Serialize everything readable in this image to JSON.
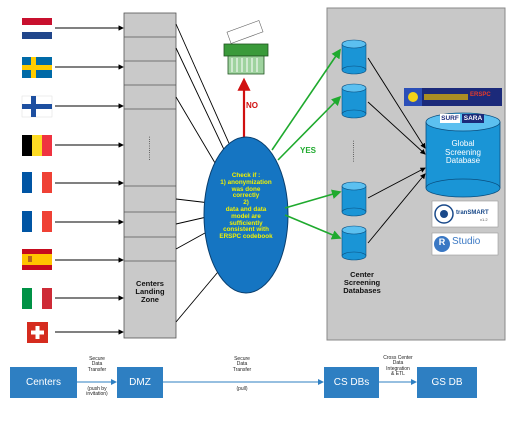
{
  "landing_zone": {
    "label": "Centers\nLanding\nZone",
    "dots": "..........."
  },
  "check": {
    "text": "Check if :\n1) anonymization\nwas done\ncorrectly\n2)\ndata and data\nmodel are\nsufficiently\nconsistent with\nERSPC codebook"
  },
  "no_label": "NO",
  "yes_label": "YES",
  "csdb_label": "Center\nScreening\nDatabases",
  "csdb_dots": "..........",
  "global_db": {
    "brand_left": "SURF",
    "brand_right": "SARA",
    "label": "Global\nScreening\nDatabase"
  },
  "logos": {
    "erspc": "ERSPC",
    "transmart": "tranSMART",
    "transmart_ver": "v1.2",
    "rstudio_r": "R",
    "rstudio": "Studio"
  },
  "flow": {
    "boxes": [
      "Centers",
      "DMZ",
      "CS DBs",
      "GS DB"
    ],
    "label1": "Secure\nData\nTransfer",
    "label1_sub": "(push by\ninvitation)",
    "label2": "Secure\nData\nTransfer",
    "label2_sub": "(pull)",
    "label3": "Cross Center\nData\nIntegration\n& ETL"
  },
  "colors": {
    "arrow_green": "#1faa2e",
    "arrow_red": "#d01010",
    "ellipse": "#1575c2",
    "ellipse_text": "#f2f200",
    "flow_box": "#2e7fc2",
    "panel": "#c8c8c8",
    "db": "#1a95d6"
  },
  "flags": [
    "Netherlands",
    "Sweden",
    "Finland",
    "Belgium",
    "France",
    "France",
    "Spain",
    "Italy",
    "Switzerland"
  ]
}
